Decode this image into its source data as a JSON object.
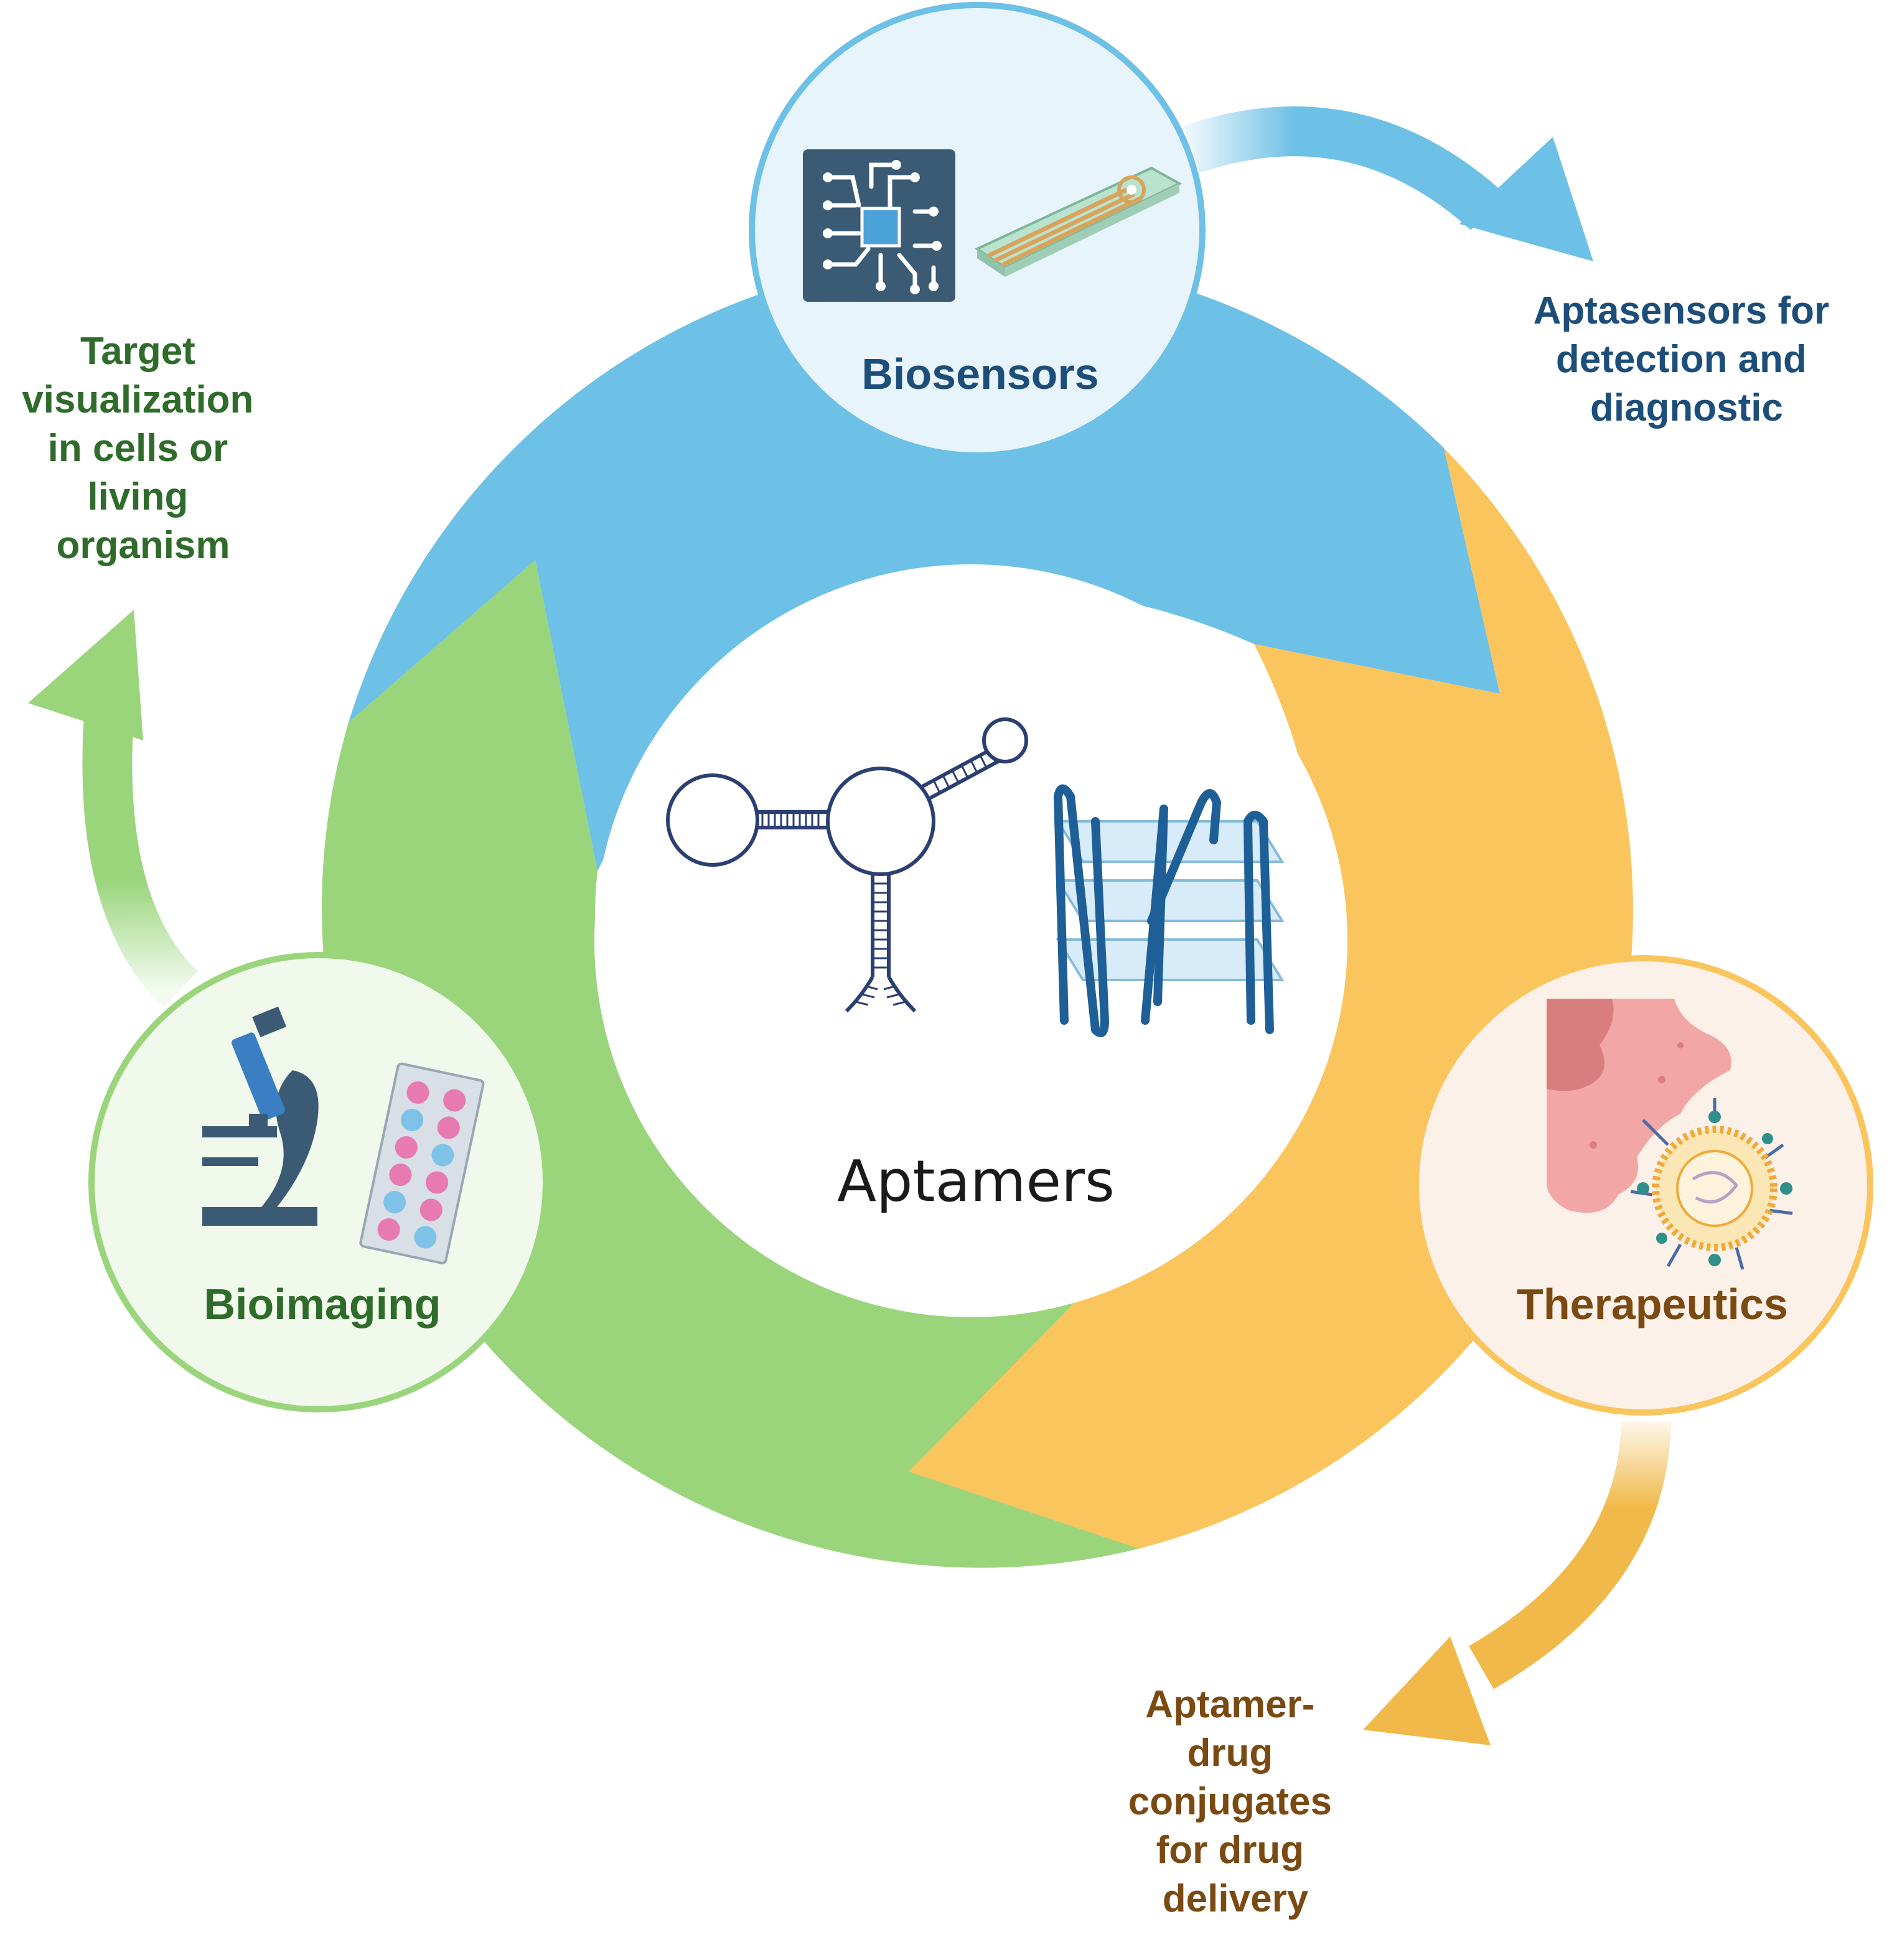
{
  "center": {
    "title": "Aptamers"
  },
  "nodes": {
    "biosensors": {
      "label": "Biosensors",
      "outcome_lines": [
        "Aptasensors for",
        "detection and",
        "diagnostic"
      ]
    },
    "therapeutics": {
      "label": "Therapeutics",
      "outcome_lines": [
        "Aptamer-",
        "drug",
        "conjugates",
        "for drug",
        "delivery"
      ]
    },
    "bioimaging": {
      "label": "Bioimaging",
      "outcome_lines": [
        "Target",
        "visualization",
        "in cells or",
        "living",
        "organism"
      ]
    }
  },
  "colors": {
    "blue": "#6dc0e6",
    "orange": "#fbc55e",
    "green": "#9ad57c",
    "blue_text": "#1d4e7a",
    "orange_text": "#7a4a12",
    "green_text": "#2f6b2a",
    "navy_icon": "#2b3f72"
  },
  "icons": [
    "circuit-chip-icon",
    "test-strip-icon",
    "aptamer-hairpin-icon",
    "g-quadruplex-icon",
    "cell-icon",
    "nanoparticle-icon",
    "microscope-icon",
    "well-plate-icon"
  ]
}
